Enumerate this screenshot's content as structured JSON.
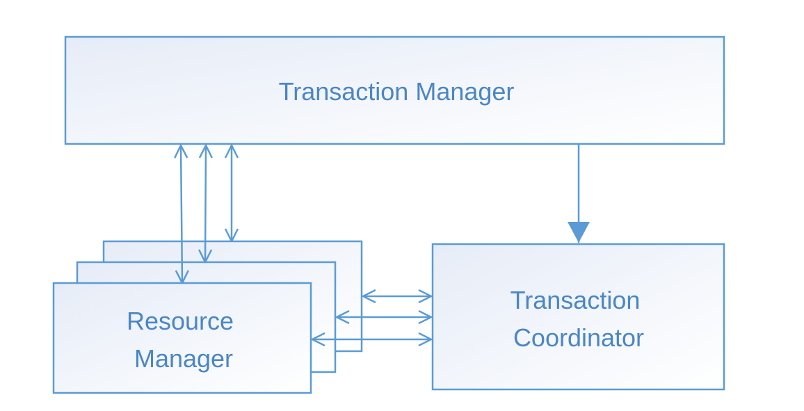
{
  "colors": {
    "stroke": "#5b9bd5",
    "text": "#4a86c5",
    "fill_start": "#e6ecf7",
    "fill_end": "#ffffff"
  },
  "nodes": {
    "transaction_manager": {
      "label": "Transaction Manager"
    },
    "resource_manager": {
      "lines": [
        "Resource",
        "Manager"
      ]
    },
    "transaction_coordinator": {
      "lines": [
        "Transaction",
        "Coordinator"
      ]
    }
  },
  "connections": [
    {
      "from": "transaction_manager",
      "to": "resource_manager",
      "direction": "both",
      "count": 3
    },
    {
      "from": "transaction_manager",
      "to": "transaction_coordinator",
      "direction": "one-way"
    },
    {
      "from": "resource_manager",
      "to": "transaction_coordinator",
      "direction": "both",
      "count": 3
    }
  ]
}
